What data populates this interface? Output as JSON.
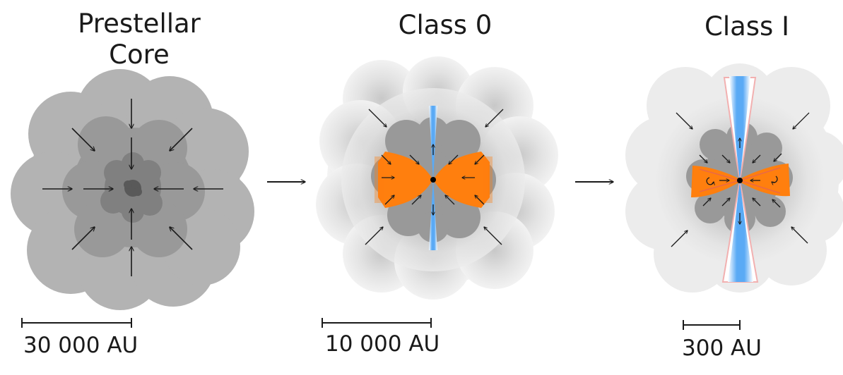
{
  "stages": [
    {
      "title_line1": "Prestellar",
      "title_line2": "Core",
      "scale": "30 000 AU"
    },
    {
      "title_line1": "Class 0",
      "scale": "10 000 AU"
    },
    {
      "title_line1": "Class I",
      "scale": "300 AU"
    }
  ],
  "colors": {
    "envelope_gray": "#b3b3b3",
    "mid_gray": "#999999",
    "inner_gray": "#808080",
    "center_gray": "#595959",
    "disk_orange": "#ff7f0e",
    "outflow_blue": "#5aaaf5",
    "outflow_red": "#e06060"
  },
  "icons": [
    "arrow-right-icon",
    "arrow-right-icon"
  ]
}
